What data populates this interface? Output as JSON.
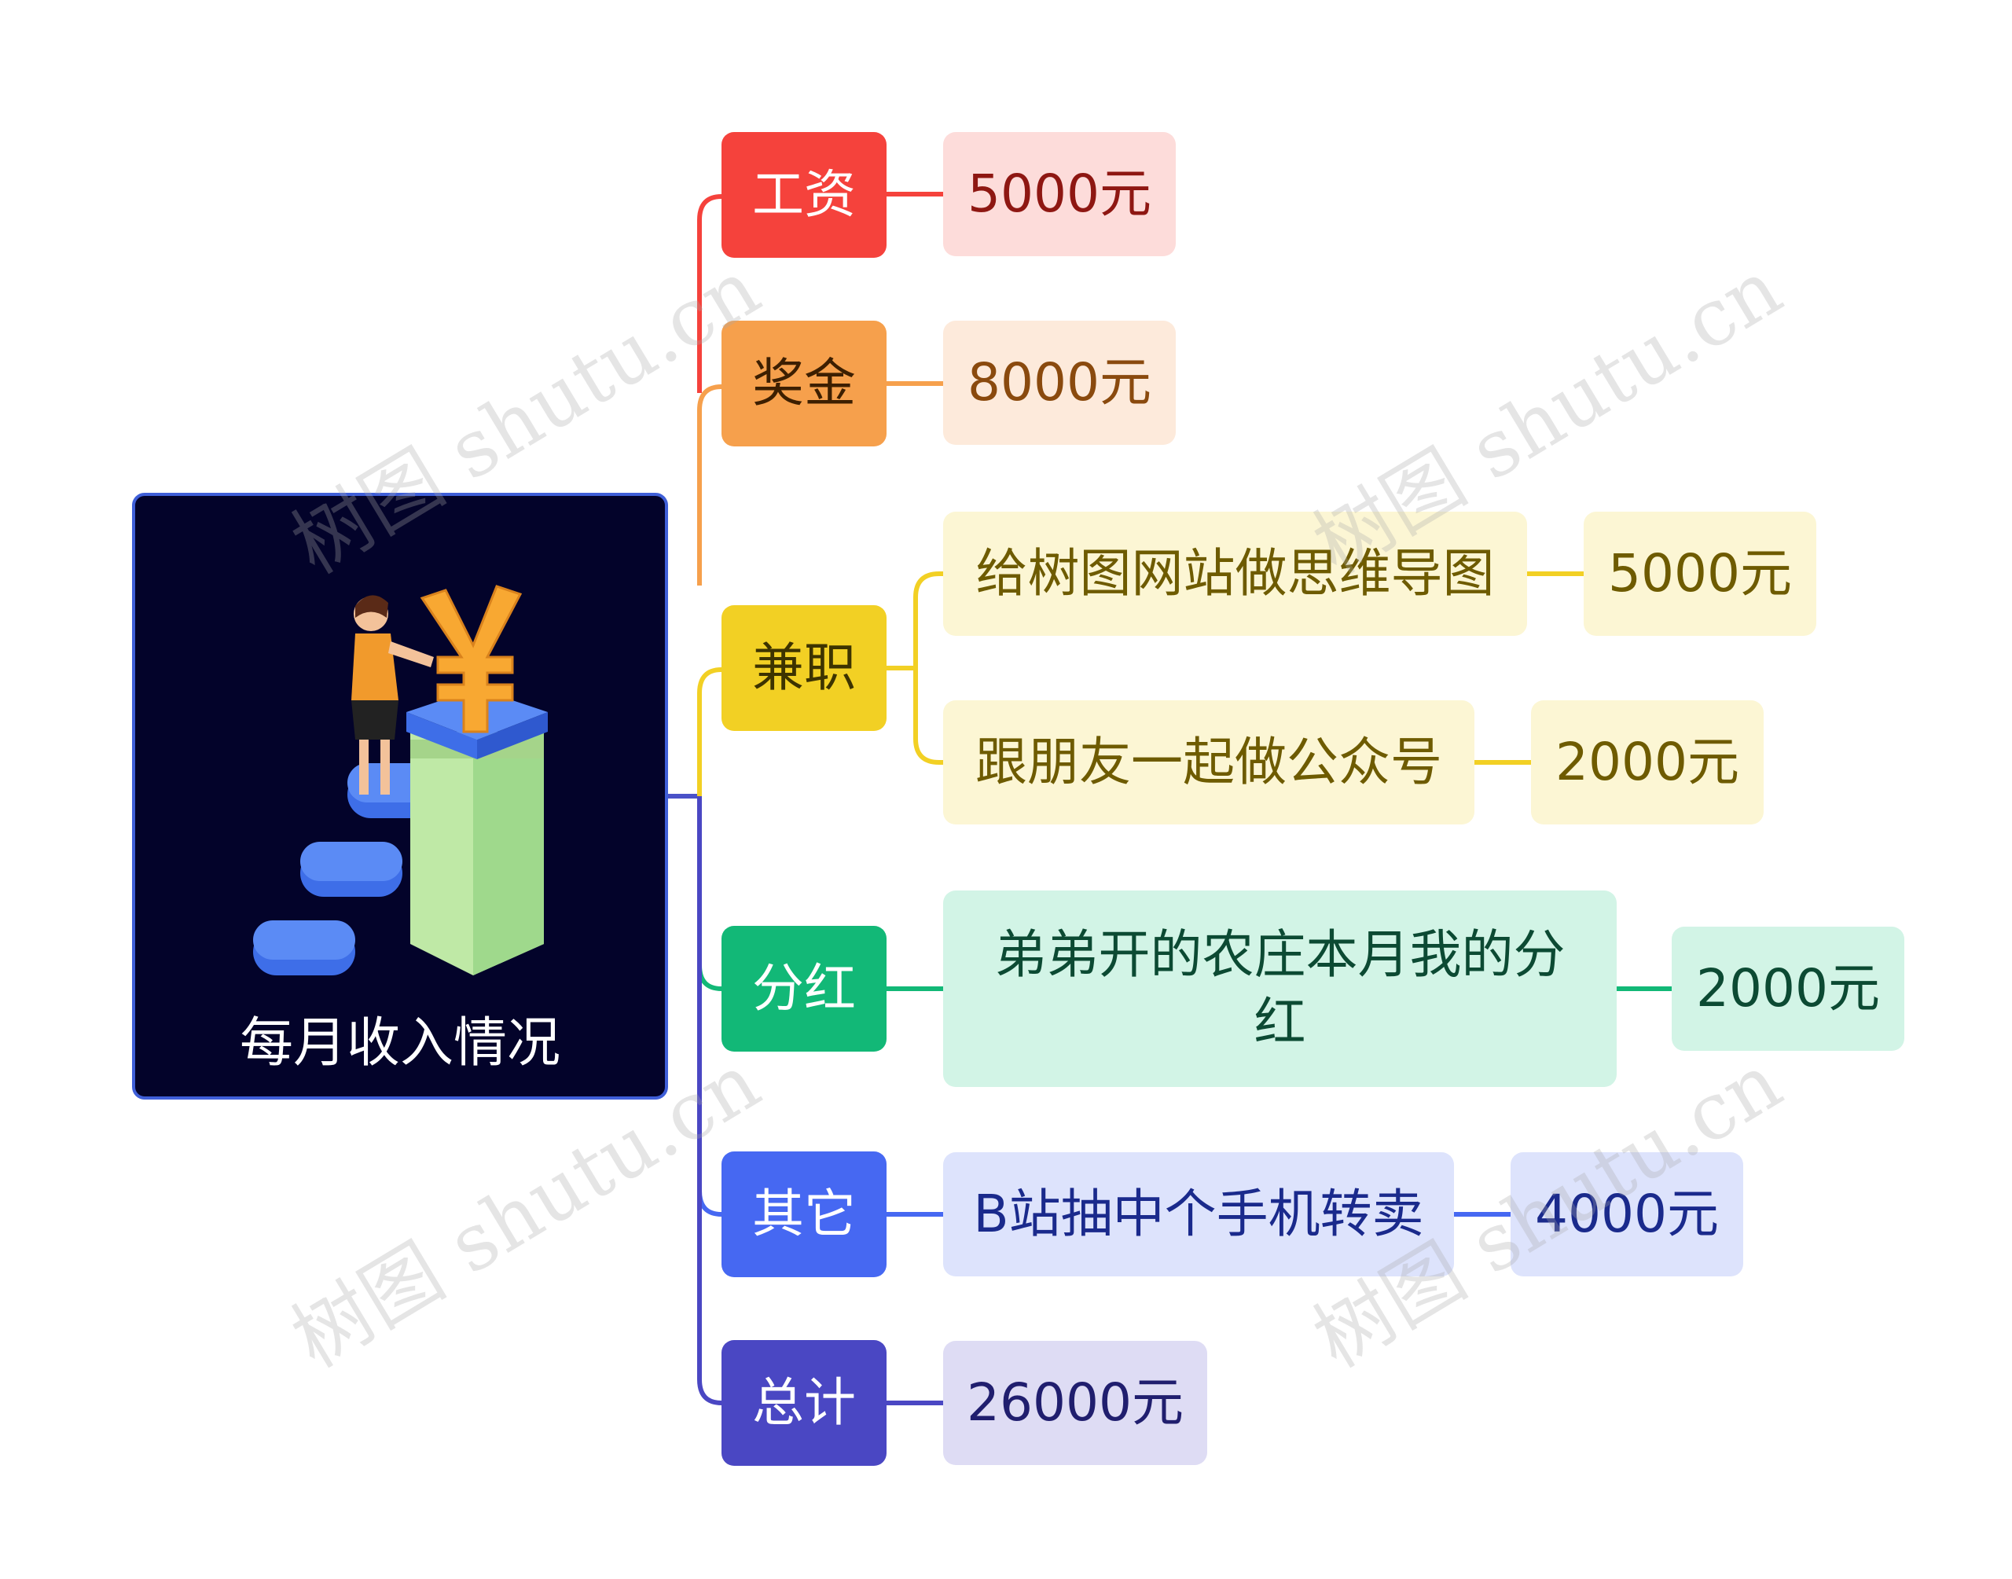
{
  "root": {
    "title": "每月收入情况"
  },
  "branches": {
    "salary": {
      "label": "工资",
      "value": "5000元"
    },
    "bonus": {
      "label": "奖金",
      "value": "8000元"
    },
    "parttime": {
      "label": "兼职",
      "item1": "给树图网站做思维导图",
      "item1_value": "5000元",
      "item2": "跟朋友一起做公众号",
      "item2_value": "2000元"
    },
    "dividend": {
      "label": "分红",
      "detail": "弟弟开的农庄本月我的分红",
      "value": "2000元"
    },
    "other": {
      "label": "其它",
      "detail": "B站抽中个手机转卖",
      "value": "4000元"
    },
    "total": {
      "label": "总计",
      "value": "26000元"
    }
  },
  "colors": {
    "salary": "#f5423c",
    "salary_light": "#fddcda",
    "salary_text": "#8e1712",
    "bonus": "#f6a04c",
    "bonus_light": "#fdeadb",
    "bonus_text": "#8a4a0e",
    "parttime": "#f2d024",
    "parttime_light": "#fcf6d4",
    "parttime_text": "#6e5b00",
    "dividend": "#12b877",
    "dividend_light": "#d2f4e6",
    "dividend_text": "#0c4a33",
    "other": "#4668f2",
    "other_light": "#dde3fc",
    "other_text": "#1a2a8c",
    "total": "#4a47c3",
    "total_light": "#dedcf4",
    "total_text": "#201e6e"
  },
  "watermark": "树图 shutu.cn"
}
